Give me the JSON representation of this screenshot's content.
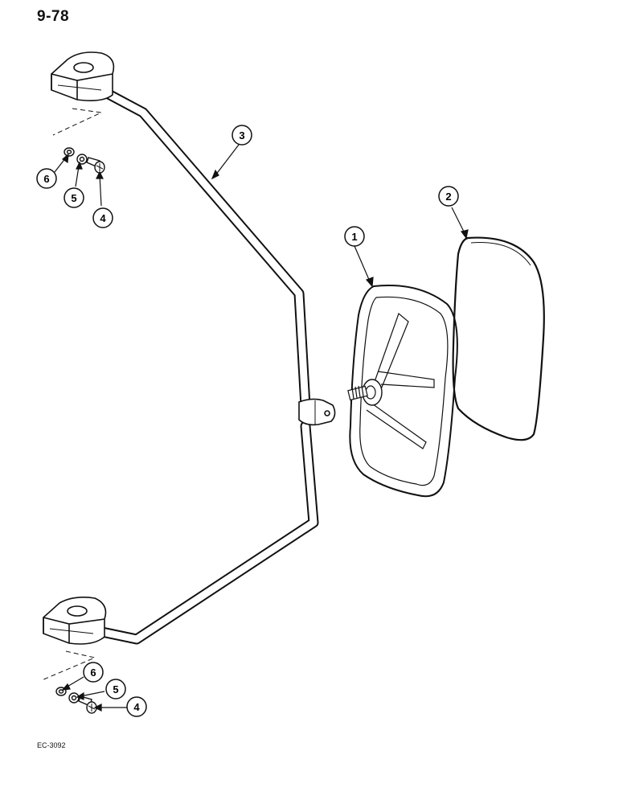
{
  "page": {
    "number": "9-78",
    "figure_code": "EC-3092"
  },
  "callouts": [
    {
      "id": "c1",
      "label": "1"
    },
    {
      "id": "c2",
      "label": "2"
    },
    {
      "id": "c3",
      "label": "3"
    },
    {
      "id": "c4a",
      "label": "4"
    },
    {
      "id": "c5a",
      "label": "5"
    },
    {
      "id": "c6a",
      "label": "6"
    },
    {
      "id": "c4b",
      "label": "4"
    },
    {
      "id": "c5b",
      "label": "5"
    },
    {
      "id": "c6b",
      "label": "6"
    }
  ]
}
